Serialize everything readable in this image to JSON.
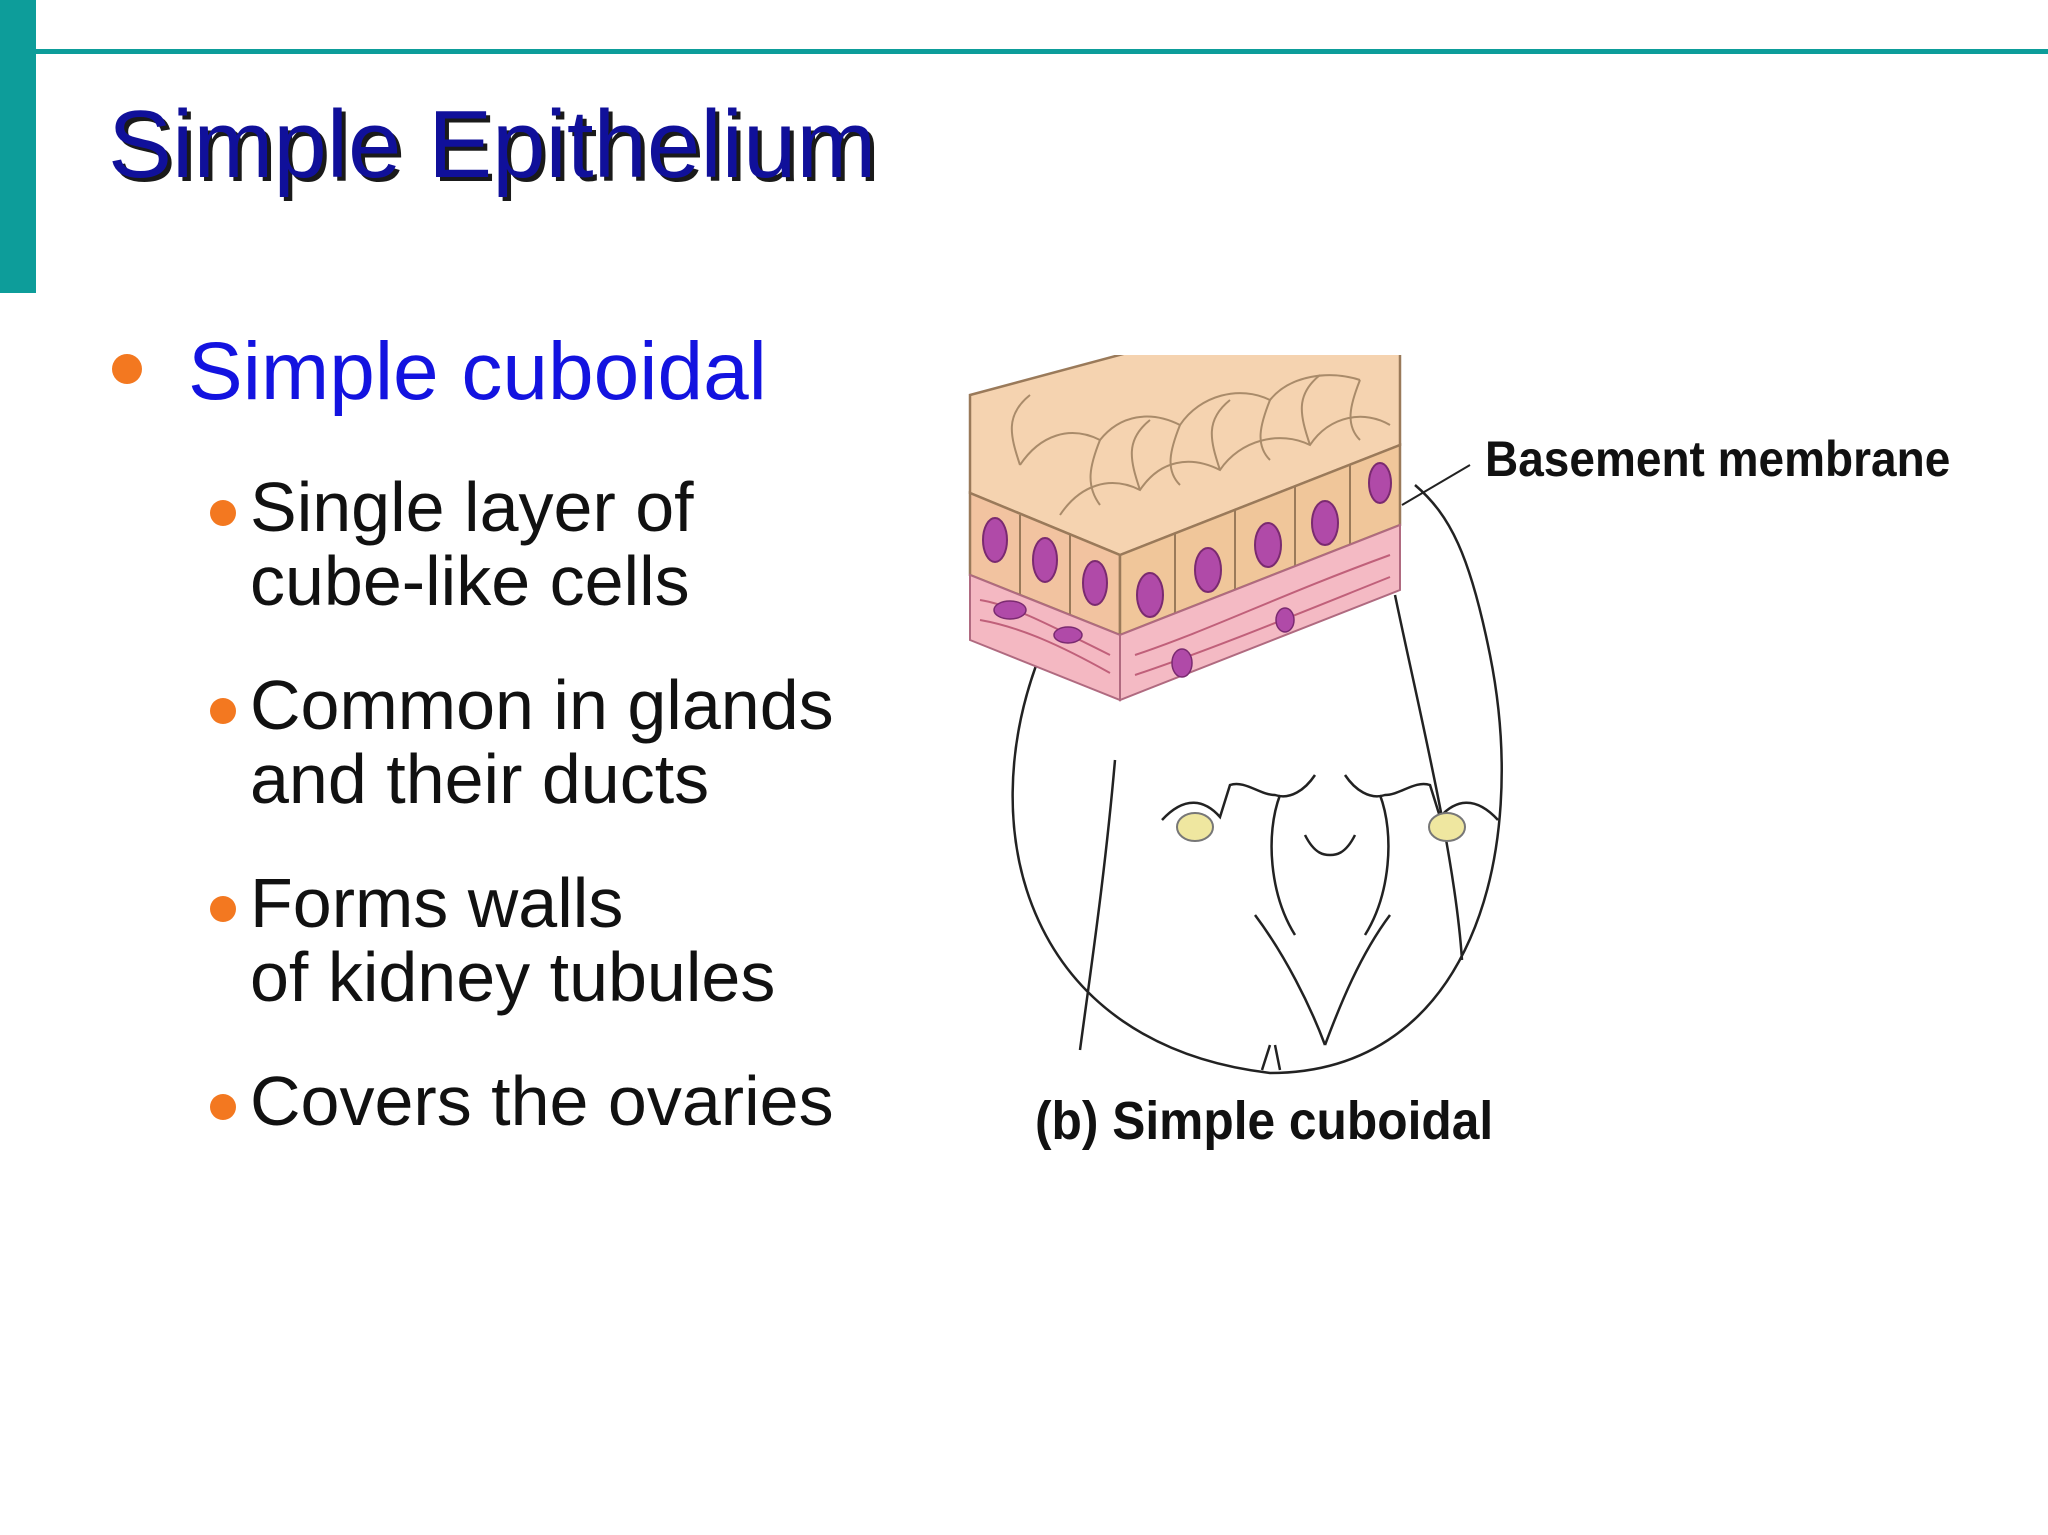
{
  "slide": {
    "title": "Simple Epithelium",
    "main_bullet": "Simple cuboidal",
    "sub_bullets": [
      {
        "lines": [
          "Single layer of",
          "cube-like cells"
        ]
      },
      {
        "lines": [
          "Common in glands",
          "and their ducts"
        ]
      },
      {
        "lines": [
          "Forms walls",
          "of kidney tubules"
        ]
      },
      {
        "lines": [
          "Covers the ovaries"
        ]
      }
    ]
  },
  "figure": {
    "label_basement": "Basement membrane",
    "caption": "(b) Simple cuboidal"
  },
  "colors": {
    "accent": "#0d9d9a",
    "title": "#10109a",
    "main_bullet_text": "#1313e0",
    "bullet_dot": "#f37820",
    "cell_fill": "#f5d3b0",
    "nucleus": "#b04aa8"
  }
}
